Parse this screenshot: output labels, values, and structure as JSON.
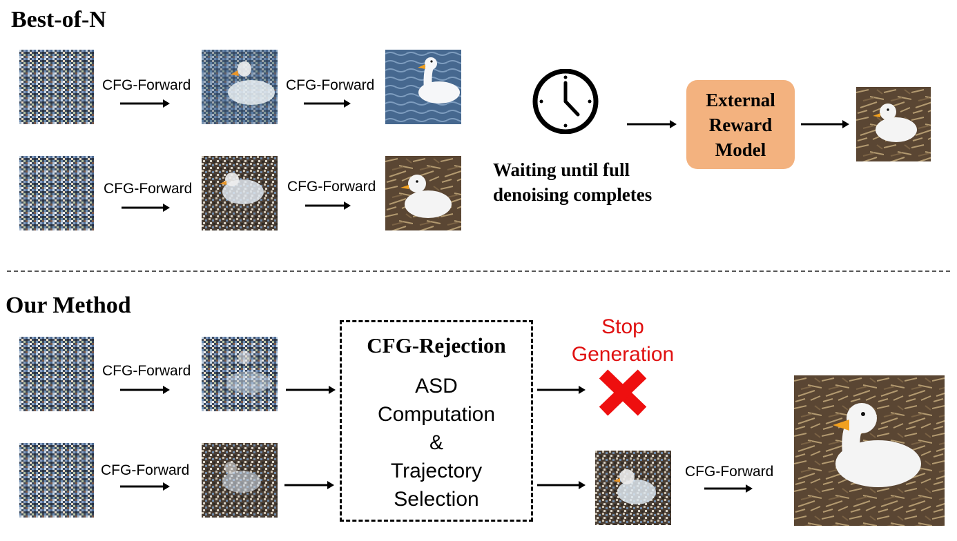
{
  "best_of_n": {
    "title": "Best-of-N",
    "row1": {
      "step1_label": "CFG-Forward",
      "step2_label": "CFG-Forward"
    },
    "row2": {
      "step1_label": "CFG-Forward",
      "step2_label": "CFG-Forward"
    },
    "wait_text_line1": "Waiting until full",
    "wait_text_line2": "denoising completes",
    "reward_model": {
      "line1": "External",
      "line2": "Reward",
      "line3": "Model",
      "color": "#f3b27f"
    }
  },
  "our_method": {
    "title": "Our Method",
    "row1": {
      "step1_label": "CFG-Forward"
    },
    "row2": {
      "step1_label": "CFG-Forward",
      "step2_label": "CFG-Forward"
    },
    "rejection_box": {
      "title": "CFG-Rejection",
      "line1": "ASD",
      "line2": "Computation",
      "line3": "&",
      "line4": "Trajectory",
      "line5": "Selection"
    },
    "stop": {
      "line1": "Stop",
      "line2": "Generation",
      "color": "#e01010"
    }
  },
  "icons": [
    "clock-icon",
    "reject-x-icon",
    "noise-image",
    "duck-image"
  ]
}
